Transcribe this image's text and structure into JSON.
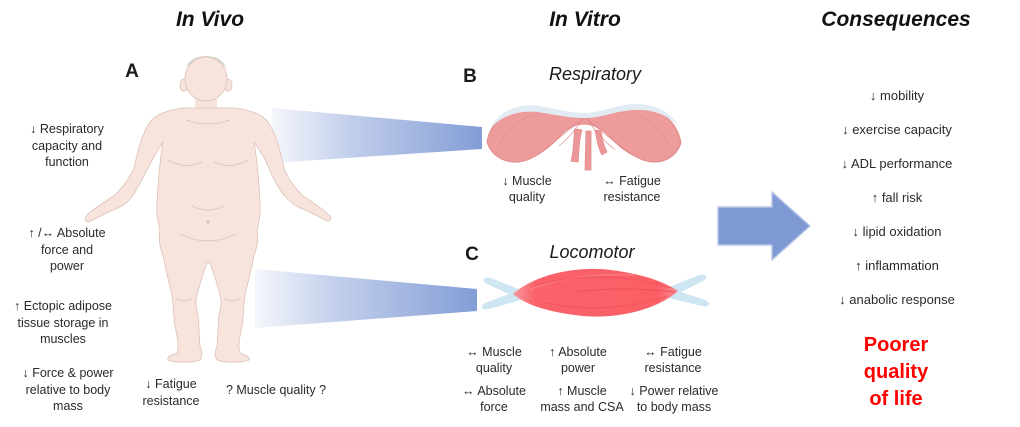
{
  "in_vivo": {
    "title": "In Vivo",
    "panel_label": "A",
    "findings": [
      {
        "text": "↓ Respiratory\ncapacity and\nfunction"
      },
      {
        "text": "↑ /↔ Absolute\nforce and\npower"
      },
      {
        "text": "↑ Ectopic adipose\ntissue storage in\nmuscles"
      },
      {
        "text": "↓ Force & power\nrelative to body\nmass"
      },
      {
        "text": "↓ Fatigue\nresistance"
      },
      {
        "text": "? Muscle quality ?"
      }
    ]
  },
  "in_vitro": {
    "title": "In Vitro",
    "respiratory": {
      "panel_label": "B",
      "name": "Respiratory",
      "findings": [
        {
          "text": "↓ Muscle\nquality"
        },
        {
          "text": "↔ Fatigue\nresistance"
        }
      ]
    },
    "locomotor": {
      "panel_label": "C",
      "name": "Locomotor",
      "findings_row1": [
        {
          "text": "↔ Muscle\nquality"
        },
        {
          "text": "↑ Absolute\npower"
        },
        {
          "text": "↔ Fatigue\nresistance"
        }
      ],
      "findings_row2": [
        {
          "text": "↔ Absolute\nforce"
        },
        {
          "text": "↑ Muscle\nmass and CSA"
        },
        {
          "text": "↓ Power relative\nto body mass"
        }
      ]
    }
  },
  "consequences": {
    "title": "Consequences",
    "items": [
      {
        "text": "↓ mobility"
      },
      {
        "text": "↓ exercise capacity"
      },
      {
        "text": "↓ ADL performance"
      },
      {
        "text": "↑ fall risk"
      },
      {
        "text": "↓ lipid oxidation"
      },
      {
        "text": "↑ inflammation"
      },
      {
        "text": "↓ anabolic response"
      }
    ],
    "summary": "Poorer quality\nof life"
  },
  "colors": {
    "beam-blue": "#7d98d4",
    "arrow-blue": "#7e99d3",
    "diaphragm-pink": "#ed9b9b",
    "muscle-red": "#fa6066",
    "tendon-blue": "#cee5f2",
    "skin": "#f6e4dd",
    "text-dark": "#262626",
    "summary-red": "#fe0000"
  }
}
